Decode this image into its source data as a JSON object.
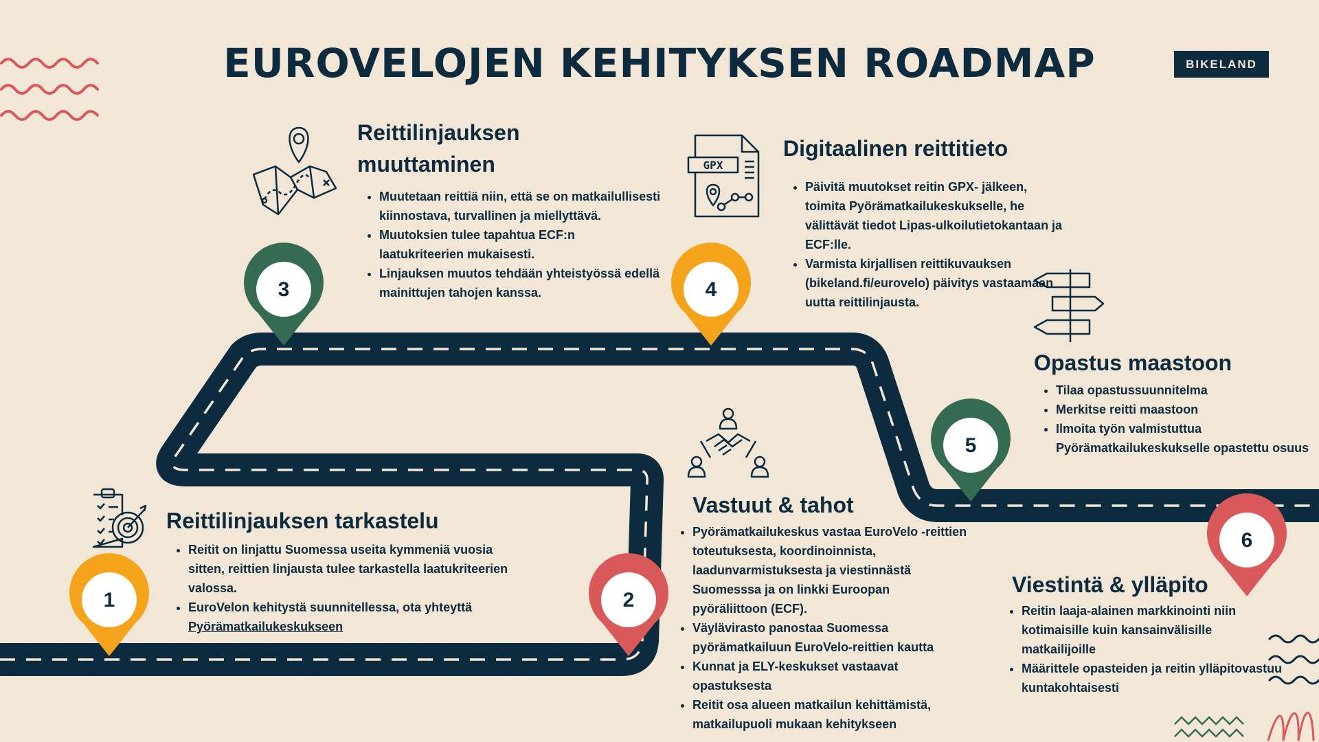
{
  "title": "EUROVELOJEN KEHITYKSEN ROADMAP",
  "brand": "BIKELAND",
  "colors": {
    "background": "#f2e6d6",
    "navy": "#0d2b3e",
    "orange": "#f5a31a",
    "green": "#356b52",
    "red": "#d9585a"
  },
  "markers": [
    {
      "number": "1",
      "color": "orange"
    },
    {
      "number": "2",
      "color": "red"
    },
    {
      "number": "3",
      "color": "green"
    },
    {
      "number": "4",
      "color": "orange"
    },
    {
      "number": "5",
      "color": "green"
    },
    {
      "number": "6",
      "color": "red"
    }
  ],
  "sections": {
    "route_change": {
      "title_line1": "Reittilinjauksen",
      "title_line2": "muuttaminen",
      "icon": "folded-map-icon",
      "bullets": [
        "Muutetaan reittiä niin, että se on matkailullisesti kiinnostava, turvallinen ja miellyttävä.",
        "Muutoksien tulee tapahtua ECF:n laatukriteerien mukaisesti.",
        "Linjauksen muutos tehdään yhteistyössä edellä mainittujen tahojen kanssa."
      ]
    },
    "digital": {
      "title": "Digitaalinen reittitieto",
      "icon": "gpx-file-icon",
      "icon_label": "GPX",
      "bullets": [
        " Päivitä muutokset reitin  GPX- jälkeen, toimita Pyörämatkailukeskukselle, he välittävät tiedot Lipas-ulkoilutietokantaan ja ECF:lle.",
        "Varmista kirjallisen reittikuvauksen (bikeland.fi/eurovelo) päivitys vastaamaan uutta reittilinjausta."
      ]
    },
    "signage": {
      "title": "Opastus maastoon",
      "icon": "signpost-icon",
      "bullets": [
        "Tilaa opastussuunnitelma",
        "Merkitse reitti maastoon",
        "Ilmoita työn valmistuttua Pyörämatkailukeskukselle opastettu osuus"
      ]
    },
    "review": {
      "title": "Reittilinjauksen tarkastelu",
      "icon": "checklist-target-icon",
      "bullet1": "Reitit on linjattu Suomessa useita kymmeniä vuosia sitten, reittien linjausta tulee tarkastella laatukriteerien valossa.",
      "bullet2_text": "EuroVelon kehitystä suunnitellessa, ota yhteyttä",
      "bullet2_link": "Pyörämatkailukeskukseen"
    },
    "responsibilities": {
      "title": "Vastuut & tahot",
      "icon": "handshake-network-icon",
      "bullets": [
        "Pyörämatkailukeskus vastaa EuroVelo -reittien toteutuksesta, koordinoinnista, laadunvarmistuksesta ja viestinnästä Suomesssa ja on linkki Euroopan pyöräliittoon (ECF).",
        "Väylävirasto panostaa Suomessa pyörämatkailuun EuroVelo-reittien kautta",
        "Kunnat ja ELY-keskukset vastaavat opastuksesta",
        "Reitit osa alueen matkailun kehittämistä, matkailupuoli mukaan kehitykseen"
      ]
    },
    "communication": {
      "title": "Viestintä & ylläpito",
      "bullets": [
        "Reitin laaja-alainen markkinointi niin kotimaisille kuin kansainvälisille matkailijoille",
        "Määrittele opasteiden ja reitin ylläpitovastuu kuntakohtaisesti"
      ]
    }
  }
}
